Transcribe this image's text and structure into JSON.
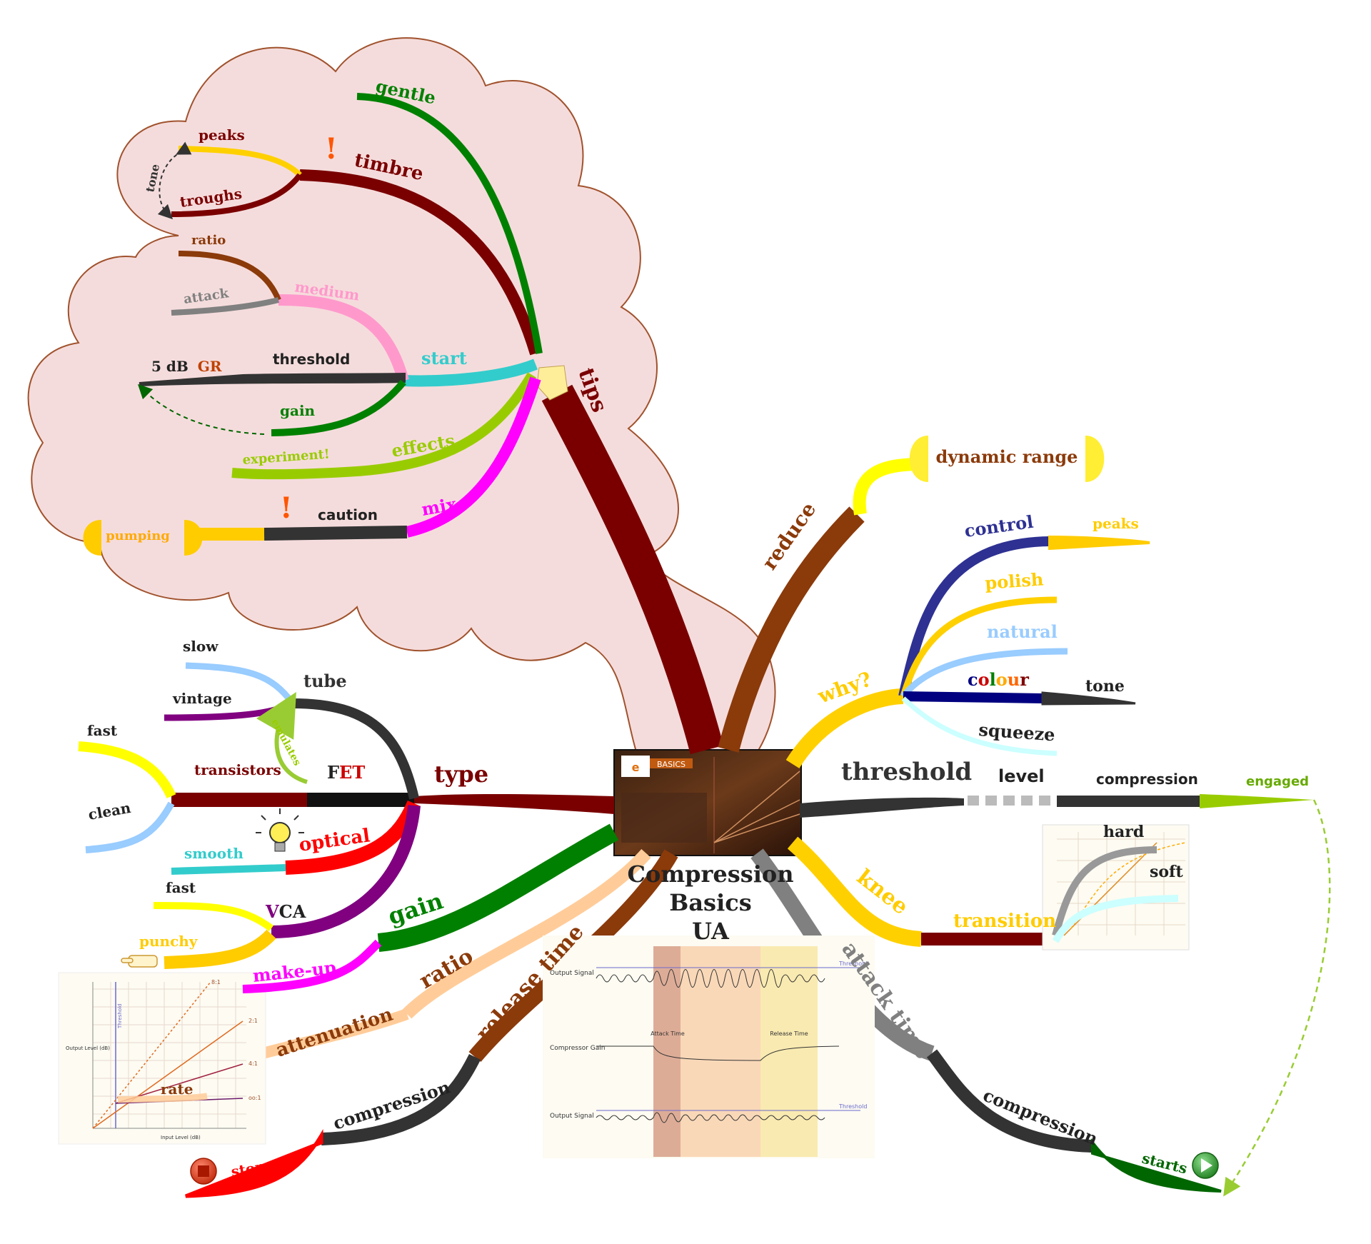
{
  "center": {
    "title_lines": [
      "Compression",
      "Basics",
      "UA"
    ],
    "thumbnail_text": "BASICS"
  },
  "colors": {
    "cloud_fill": "#f5dcdc",
    "cloud_stroke": "#a0522d",
    "dark_red": "#7a0000",
    "brown": "#8b3a0a",
    "yellow": "#ffd000",
    "navy": "#2e3192",
    "green": "#008000",
    "magenta": "#ff00ff",
    "cyan": "#33cccc",
    "charcoal": "#333333",
    "peach": "#ffcc99",
    "lime": "#99cc00",
    "pink": "#ff99cc",
    "purple": "#800080",
    "red": "#ff0000",
    "gray": "#808080",
    "light_blue": "#99ccff"
  },
  "tips": {
    "label": "tips",
    "timbre": {
      "label": "timbre",
      "peaks": "peaks",
      "troughs": "troughs",
      "tone": "tone",
      "exclamation": "!"
    },
    "gentle": "gentle",
    "start": {
      "label": "start",
      "medium": "medium",
      "ratio": "ratio",
      "attack": "attack",
      "threshold": "threshold",
      "gr": "5 dB",
      "gr_suffix": "GR",
      "gain": "gain"
    },
    "effects": {
      "label": "effects",
      "experiment": "experiment!"
    },
    "mix": {
      "label": "mix",
      "caution": "caution",
      "pumping": "pumping",
      "exclamation": "!"
    }
  },
  "reduce": {
    "label": "reduce",
    "dynamic_range": "dynamic range"
  },
  "why": {
    "label": "why?",
    "control": "control",
    "peaks": "peaks",
    "polish": "polish",
    "natural": "natural",
    "colour": [
      "c",
      "o",
      "l",
      "o",
      "u",
      "r"
    ],
    "tone": "tone",
    "squeeze": "squeeze"
  },
  "threshold": {
    "label": "threshold",
    "level": "level",
    "compression": "compression",
    "engaged": "engaged"
  },
  "knee": {
    "label": "knee",
    "transition": "transition",
    "hard": "hard",
    "soft": "soft"
  },
  "attack_time": {
    "label": "attack time",
    "compression": "compression",
    "starts": "starts"
  },
  "release_time": {
    "label": "release time",
    "compression": "compression",
    "stops": "stops"
  },
  "ratio": {
    "label": "ratio",
    "attenuation": "attenuation",
    "rate": "rate",
    "chart_ticks": [
      "8:1",
      "2:1",
      "4:1",
      "oo:1"
    ],
    "chart_ylabel": "Output Level (dB)",
    "chart_xlabel": "Input Level (dB)",
    "chart_threshold": "Threshold"
  },
  "gain": {
    "label": "gain",
    "make_up": "make-up"
  },
  "type": {
    "label": "type",
    "tube": "tube",
    "slow": "slow",
    "vintage": "vintage",
    "emulates": "emulates",
    "fet_f": "F",
    "fet_rest": "ET",
    "transistors": "transistors",
    "fast": "fast",
    "clean": "clean",
    "optical": "optical",
    "smooth": "smooth",
    "vca_v": "V",
    "vca_rest": "CA",
    "vca_fast": "fast",
    "punchy": "punchy"
  },
  "timing_chart": {
    "output_signal": "Output Signal",
    "compressor_gain": "Compressor Gain",
    "attack_time": "Attack Time",
    "release_time": "Release Time",
    "threshold": "Threshold"
  }
}
